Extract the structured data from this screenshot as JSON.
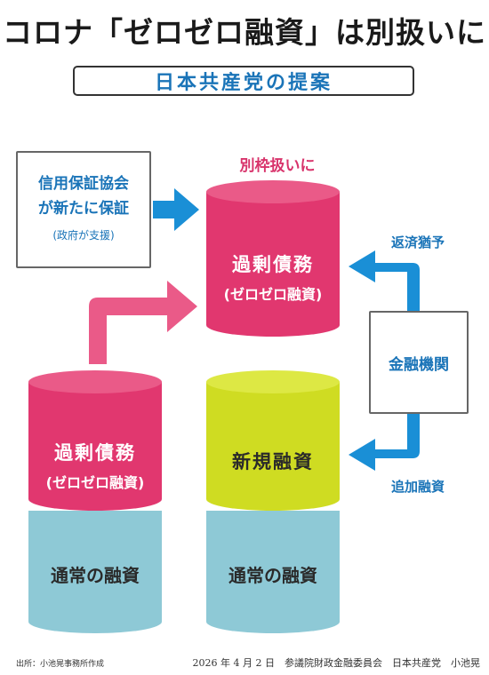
{
  "header": {
    "title": "コロナ「ゼロゼロ融資」は別扱いに",
    "subtitle": "日本共産党の提案"
  },
  "guarantee_box": {
    "line1": "信用保証協会",
    "line2": "が新たに保証",
    "note": "(政府が支援)"
  },
  "separate_label": "別枠扱いに",
  "top_cylinder": {
    "line1": "過剰債務",
    "line2": "(ゼロゼロ融資)"
  },
  "left_cylinder": {
    "top_line1": "過剰債務",
    "top_line2": "(ゼロゼロ融資)",
    "bottom": "通常の融資"
  },
  "right_cylinder": {
    "top": "新規融資",
    "bottom": "通常の融資"
  },
  "bank_box": "金融機関",
  "arrow_labels": {
    "repayment_grace": "返済猶予",
    "additional_loan": "追加融資"
  },
  "footer": {
    "source": "出所：小池晃事務所作成",
    "meta": "2026 年 4 月 2 日　参議院財政金融委員会　日本共産党　小池晃"
  },
  "colors": {
    "pink": "#e1376f",
    "pink_top": "#ea5a88",
    "yellow": "#cfdc22",
    "yellow_top": "#dde844",
    "teal": "#8ec9d6",
    "blue": "#1a8fd6",
    "blue_text": "#1a74b8"
  }
}
